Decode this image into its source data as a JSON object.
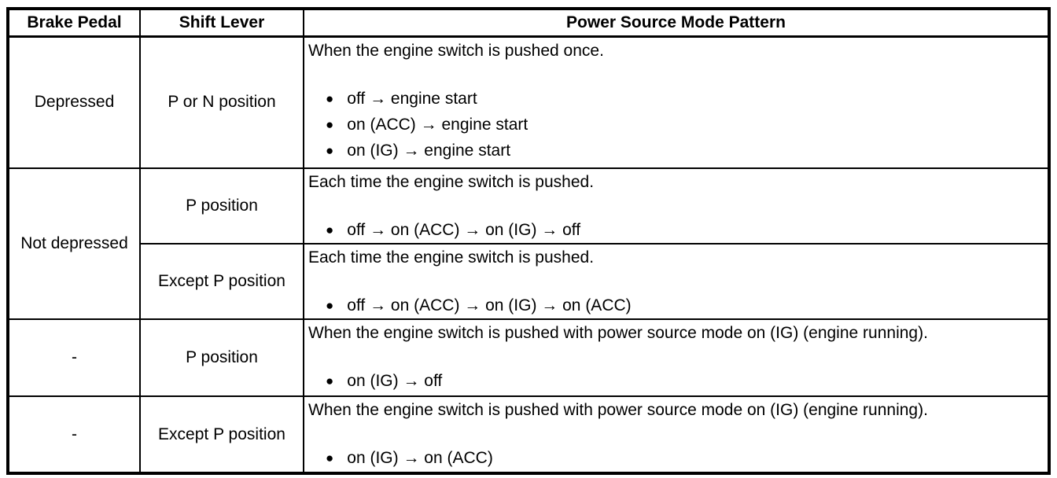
{
  "table": {
    "bullet_icon": "●",
    "border_color": "#000000",
    "text_color": "#000000",
    "headers": {
      "brake_pedal": "Brake Pedal",
      "shift_lever": "Shift Lever",
      "pattern": "Power Source Mode Pattern"
    },
    "rows": [
      {
        "brake_pedal": "Depressed",
        "shift_lever": "P or N position",
        "pattern_description": "When the engine switch is pushed once.",
        "pattern_steps": [
          "off → engine start",
          "on (ACC) → engine start",
          "on (IG) → engine start"
        ]
      },
      {
        "brake_pedal": "Not depressed",
        "brake_pedal_rowspan": 2,
        "shift_lever": "P position",
        "pattern_description": "Each time the engine switch is pushed.",
        "pattern_steps": [
          "off → on (ACC) → on (IG) → off"
        ]
      },
      {
        "shift_lever": "Except P position",
        "pattern_description": "Each time the engine switch is pushed.",
        "pattern_steps": [
          "off → on (ACC) → on (IG) → on (ACC)"
        ]
      },
      {
        "brake_pedal": "-",
        "shift_lever": "P position",
        "pattern_description": "When the engine switch is pushed with power source mode on (IG) (engine running).",
        "pattern_steps": [
          "on (IG) → off"
        ]
      },
      {
        "brake_pedal": "-",
        "shift_lever": "Except P position",
        "pattern_description": "When the engine switch is pushed with power source mode on (IG) (engine running).",
        "pattern_steps": [
          "on (IG) → on (ACC)"
        ]
      }
    ]
  }
}
